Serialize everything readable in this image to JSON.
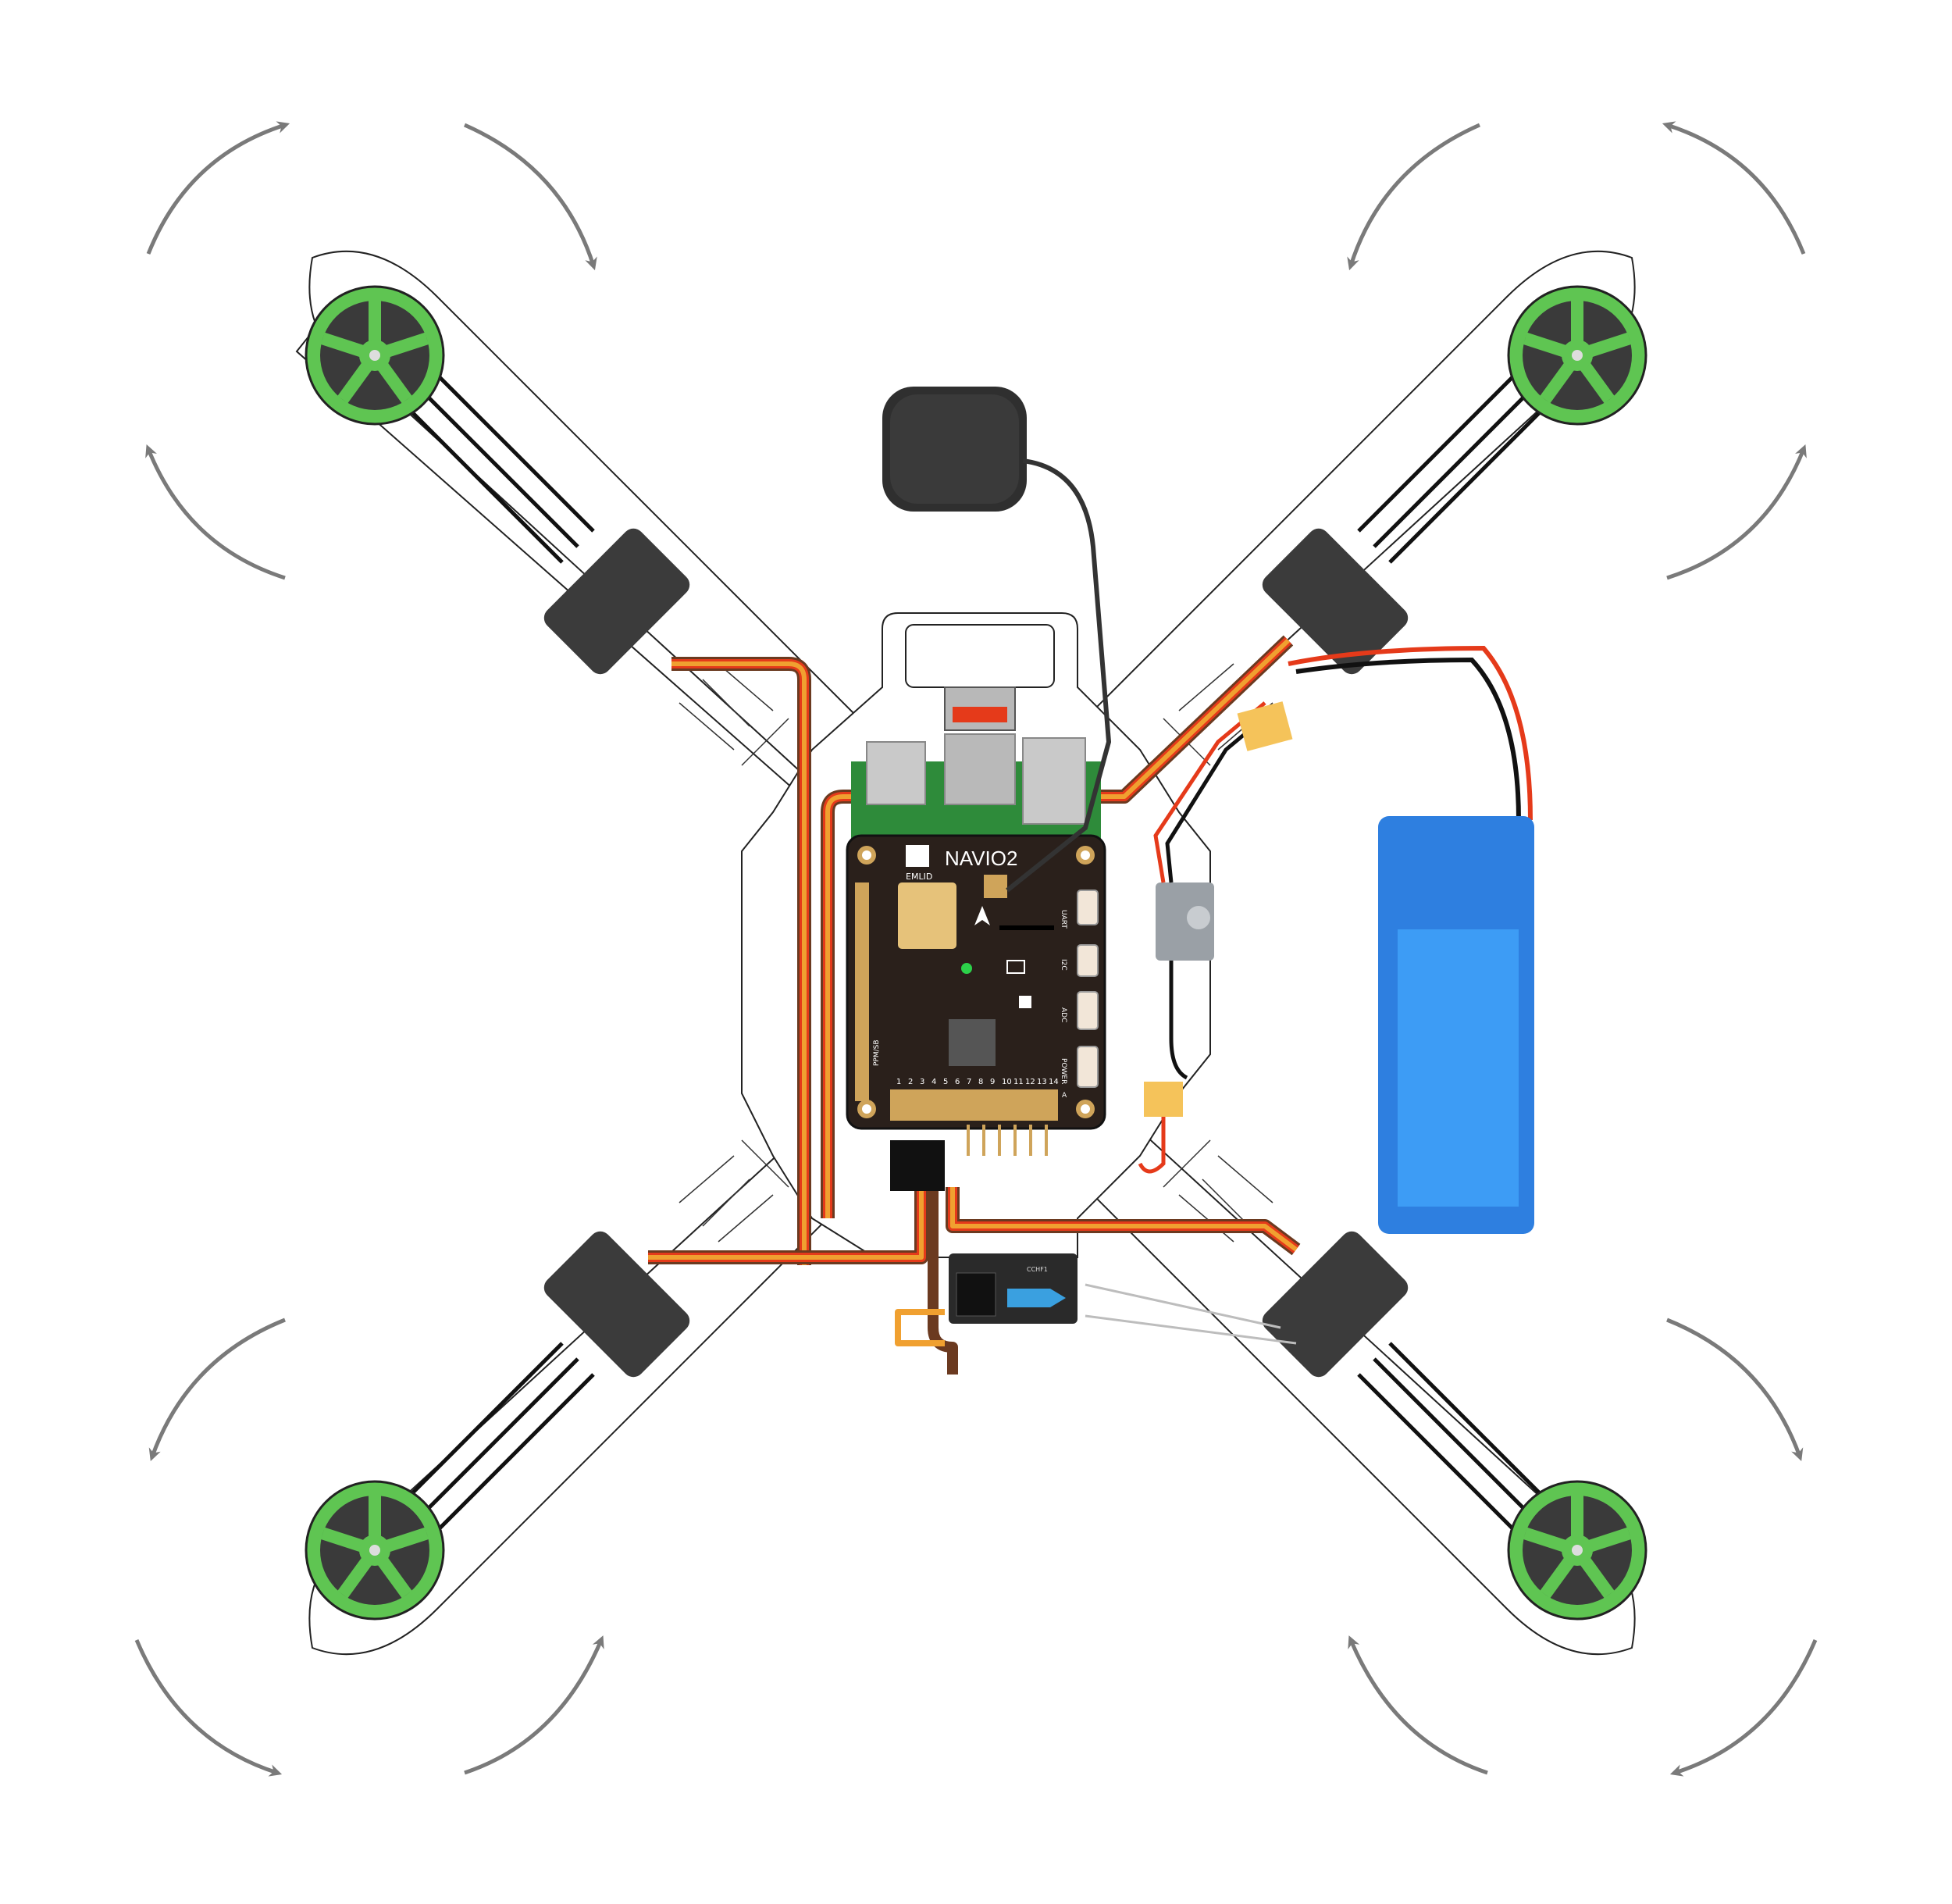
{
  "board": {
    "name": "NAVIO2",
    "logo_text": "EMLID",
    "port_labels": {
      "uart": "UART",
      "i2c": "I2C",
      "adc": "ADC",
      "power": "POWER",
      "ppm_sbus": "PPM/SB"
    },
    "pwm_numbers": [
      "1",
      "2",
      "3",
      "4",
      "5",
      "6",
      "7",
      "8",
      "9",
      "10",
      "11",
      "12",
      "13",
      "14"
    ],
    "pin_legend": "A"
  },
  "receiver": {
    "label": "CCHF1"
  },
  "colors": {
    "motor": "#5fc552",
    "motor_dark": "#3a3a3a",
    "esc": "#3b3b3b",
    "board": "#2a201b",
    "rpi_green": "#2e8b3a",
    "battery": "#2e7fe0",
    "battery_light": "#3d9cf5",
    "arrow": "#7a7a7a",
    "wire_orange": "#f0a030",
    "wire_red": "#e53a1a",
    "wire_brown": "#6b3a20",
    "connector_yellow": "#f5c35a"
  },
  "rotation": {
    "front_left": "clockwise",
    "front_right": "counterclockwise",
    "rear_left": "counterclockwise",
    "rear_right": "clockwise"
  }
}
